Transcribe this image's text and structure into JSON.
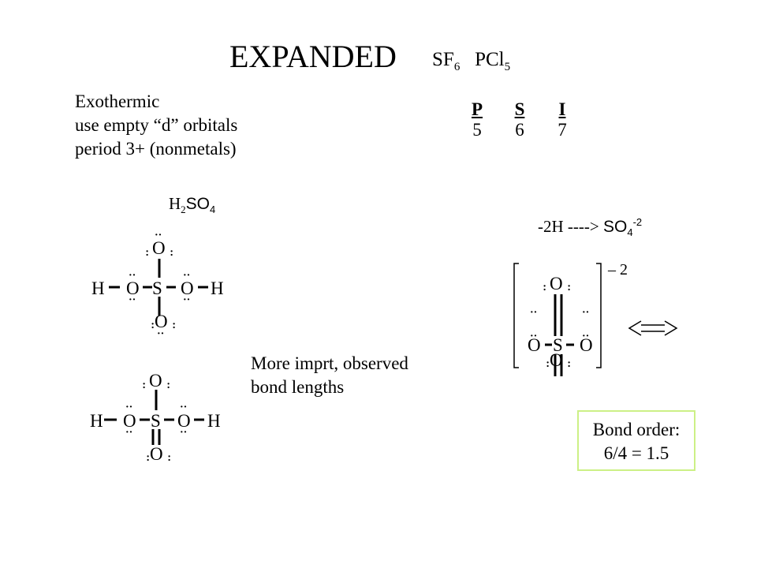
{
  "title": "EXPANDED",
  "formulas": {
    "sf6": {
      "base": "SF",
      "sub": "6"
    },
    "pcl5": {
      "base": "PCl",
      "sub": "5"
    }
  },
  "notes": [
    "Exothermic",
    "use empty “d” orbitals",
    "period 3+ (nonmetals)"
  ],
  "valence_table": {
    "headers": [
      "P",
      "S",
      "I"
    ],
    "values": [
      "5",
      "6",
      "7"
    ]
  },
  "h2so4_label": {
    "h": "H",
    "sub": "2",
    "rest": "SO",
    "sub2": "4"
  },
  "deprotonation": {
    "text": "-2H ----> ",
    "species": "SO",
    "sub": "4",
    "sup": "-2"
  },
  "atoms": {
    "h": "H",
    "o": "O",
    "s": "S"
  },
  "lone_pair": "··",
  "ion_charge": "– 2",
  "note_more": [
    "More imprt, observed",
    "bond lengths"
  ],
  "bond_order": {
    "label": "Bond order:",
    "value": "6/4 = 1.5"
  },
  "colors": {
    "box_border": "#ccf086",
    "ink": "#000000"
  }
}
